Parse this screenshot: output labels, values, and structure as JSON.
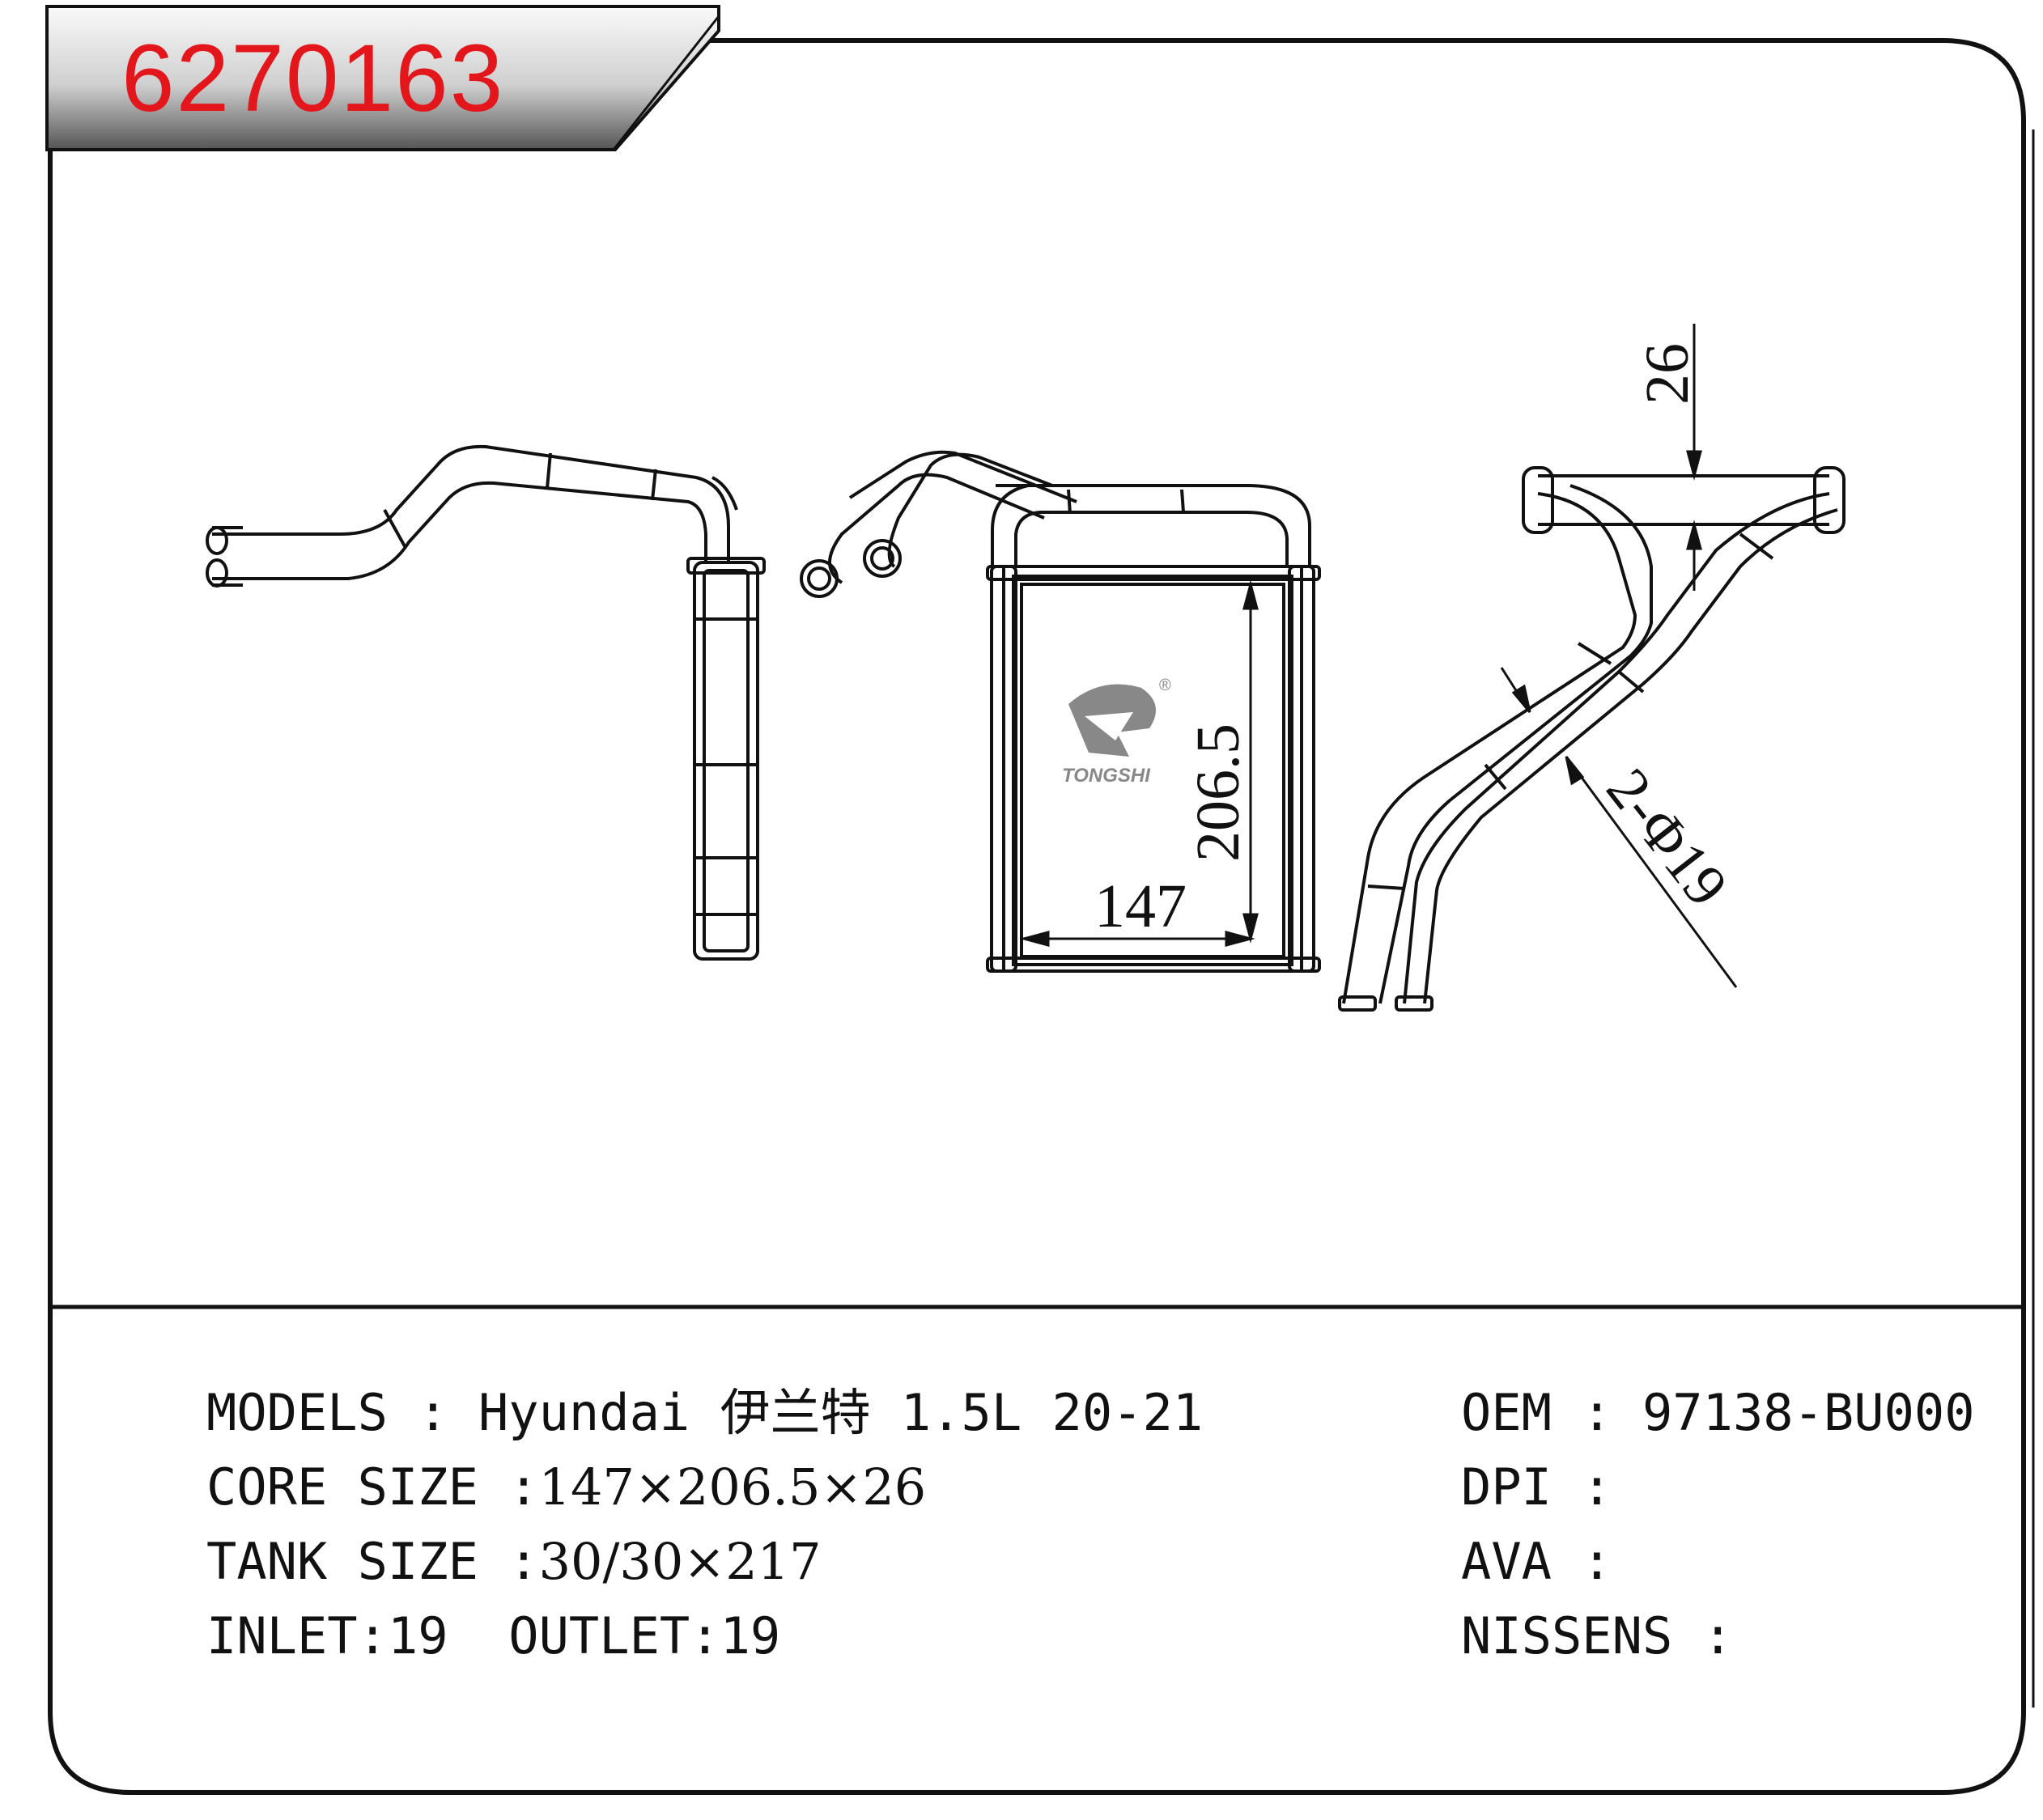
{
  "part_number": "6270163",
  "brand": {
    "logo_text": "TONGSHI",
    "registered_mark": "®"
  },
  "dimensions": {
    "height": "206.5",
    "width": "147",
    "depth": "26",
    "pipe": "2-Φ19"
  },
  "specs": {
    "models_label": "MODELS",
    "models_sep": " : ",
    "models_value": "Hyundai 伊兰特 1.5L 20-21",
    "core_label": "CORE SIZE",
    "core_sep": " :",
    "core_value": "147×206.5×26",
    "tank_label": "TANK SIZE",
    "tank_sep": " :",
    "tank_value": "30/30×217",
    "inlet_label": "INLET:",
    "inlet_value": "19",
    "outlet_label": "OUTLET:",
    "outlet_value": "19"
  },
  "cross_reference": {
    "oem_label": "OEM",
    "oem_sep": " : ",
    "oem_value": "97138-BU000",
    "dpi_label": "DPI",
    "dpi_sep": " :",
    "ava_label": "AVA",
    "ava_sep": " :",
    "nissens_label": "NISSENS",
    "nissens_sep": " :"
  },
  "colors": {
    "part_number": "#e3171b",
    "frame": "#111111",
    "tab_gradient_top": "#f5f5f5",
    "tab_gradient_bottom": "#5a5a5a",
    "logo": "#888888"
  }
}
